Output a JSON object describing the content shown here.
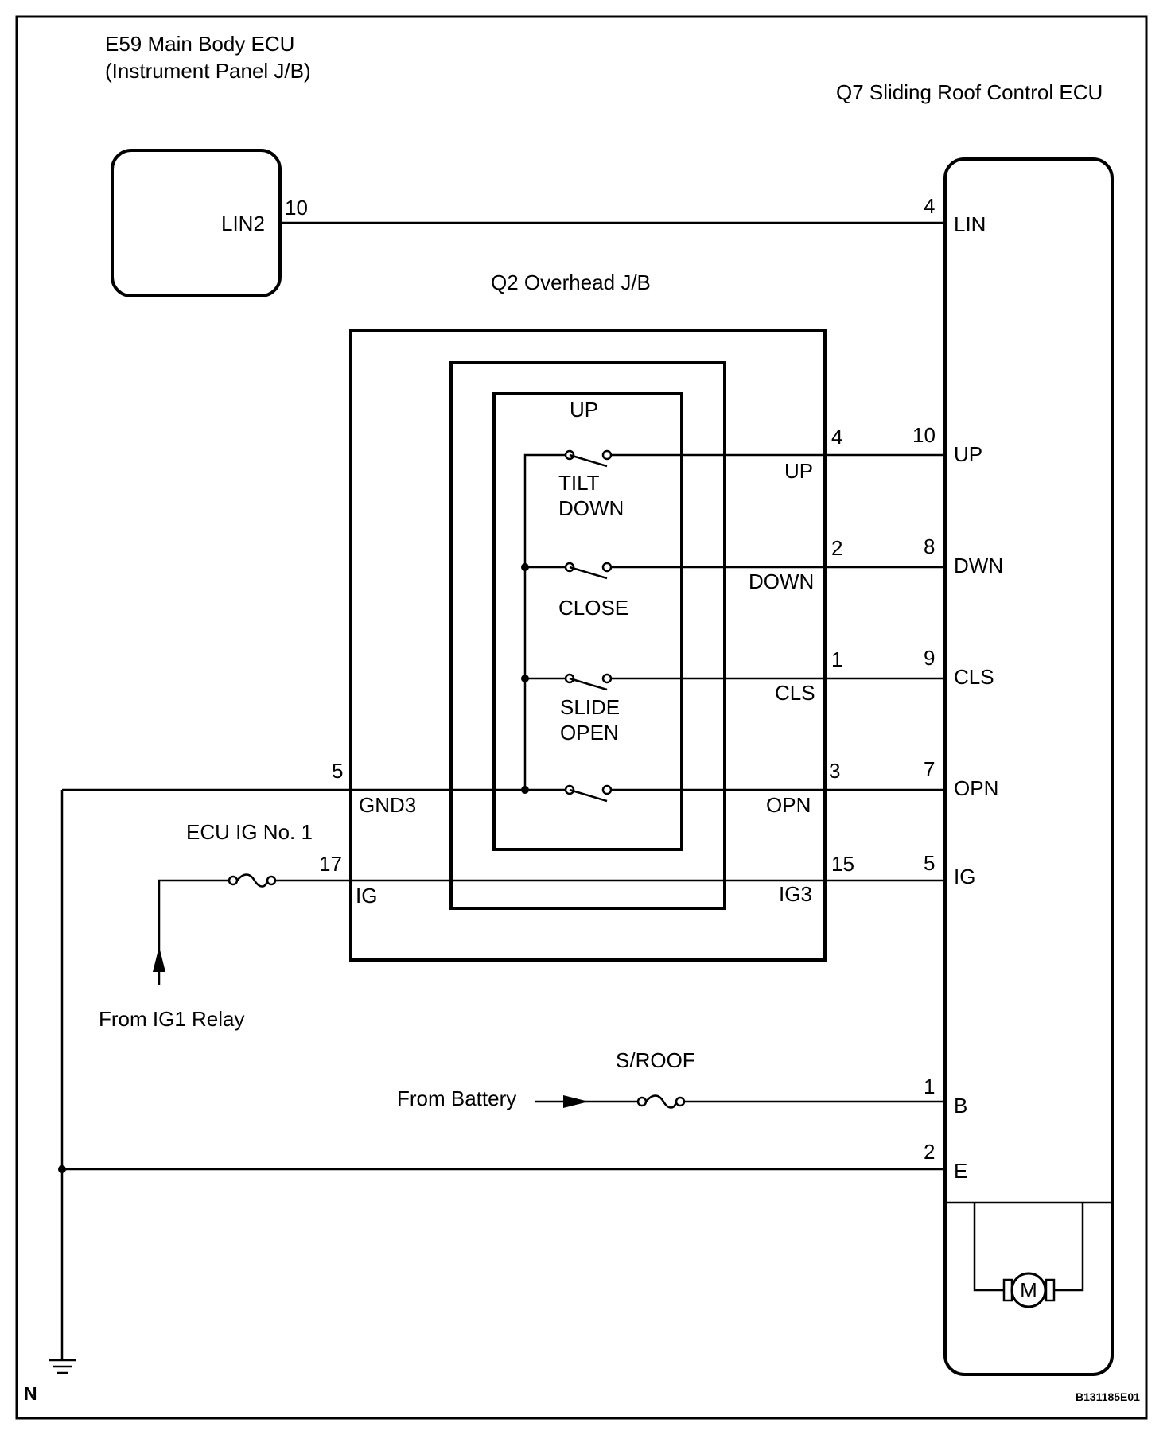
{
  "e59": {
    "title_line1": "E59 Main Body ECU",
    "title_line2": "(Instrument Panel J/B)",
    "lin_terminal": "LIN2",
    "lin_pin": "10"
  },
  "q7": {
    "title": "Q7 Sliding Roof Control ECU",
    "terminals": [
      {
        "pin": "4",
        "name": "LIN"
      },
      {
        "pin": "10",
        "name": "UP"
      },
      {
        "pin": "8",
        "name": "DWN"
      },
      {
        "pin": "9",
        "name": "CLS"
      },
      {
        "pin": "7",
        "name": "OPN"
      },
      {
        "pin": "5",
        "name": "IG"
      },
      {
        "pin": "1",
        "name": "B"
      },
      {
        "pin": "2",
        "name": "E"
      }
    ],
    "motor_label": "M"
  },
  "q2": {
    "title": "Q2 Overhead J/B",
    "switch_header": "UP",
    "switch_labels": {
      "tilt_down_1": "TILT",
      "tilt_down_2": "DOWN",
      "close": "CLOSE",
      "slide_open_1": "SLIDE",
      "slide_open_2": "OPEN"
    },
    "right_terminals": [
      {
        "pin": "4",
        "name": "UP"
      },
      {
        "pin": "2",
        "name": "DOWN"
      },
      {
        "pin": "1",
        "name": "CLS"
      },
      {
        "pin": "3",
        "name": "OPN"
      },
      {
        "pin": "15",
        "name": "IG3"
      }
    ],
    "left_terminals": [
      {
        "pin": "5",
        "name": "GND3"
      },
      {
        "pin": "17",
        "name": "IG"
      }
    ]
  },
  "fuses": {
    "ecu_ig": "ECU IG No. 1",
    "sroof": "S/ROOF"
  },
  "sources": {
    "ig1": "From IG1 Relay",
    "battery": "From Battery"
  },
  "ground_label": "N",
  "figure_code": "B131185E01"
}
